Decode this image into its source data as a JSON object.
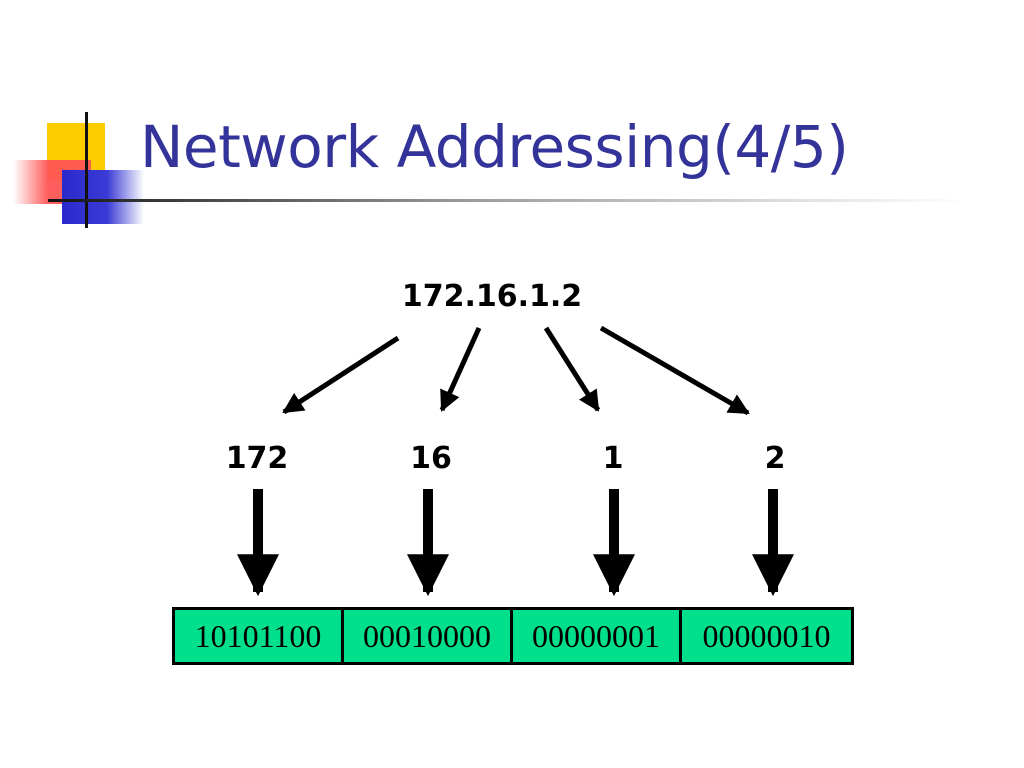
{
  "slide": {
    "title": "Network Addressing(4/5)",
    "ip_address": "172.16.1.2",
    "octets": [
      "172",
      "16",
      "1",
      "2"
    ],
    "binary": [
      "10101100",
      "00010000",
      "00000001",
      "00000010"
    ],
    "colors": {
      "title": "#333399",
      "binary_fill": "#00e08c",
      "ornament_yellow": "#ffcc00",
      "ornament_red": "#ff5555",
      "ornament_blue": "#2a2acc"
    }
  }
}
